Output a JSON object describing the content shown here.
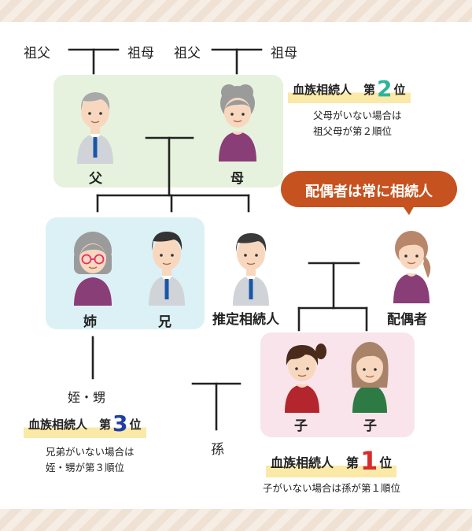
{
  "colors": {
    "num_2": "#2bb59a",
    "num_3": "#1e3fa8",
    "num_1": "#d92b2b",
    "spouse_bubble": "#c6521f",
    "grandparents_box": "#e6f2dd",
    "siblings_box": "#dcf1f6",
    "children_box": "#f8e4ea",
    "border_stripe": "#f6ede4"
  },
  "grandparents": {
    "left_grandfather": "祖父",
    "left_grandmother": "祖母",
    "right_grandfather": "祖父",
    "right_grandmother": "祖母"
  },
  "parents": {
    "father": "父",
    "mother": "母"
  },
  "rank2": {
    "prefix": "血族相続人　第",
    "number": "2",
    "suffix": "位",
    "note_line1": "父母がいない場合は",
    "note_line2": "祖父母が第２順位"
  },
  "spouse_bubble": "配偶者は常に相続人",
  "siblings": {
    "elder_sister": "姉",
    "elder_brother": "兄"
  },
  "decedent": "推定相続人",
  "spouse": "配偶者",
  "nephew_niece": "姪・甥",
  "rank3": {
    "prefix": "血族相続人　第",
    "number": "3",
    "suffix": "位",
    "note_line1": "兄弟がいない場合は",
    "note_line2": "姪・甥が第３順位"
  },
  "grandchild": "孫",
  "children": {
    "child1": "子",
    "child2": "子"
  },
  "rank1": {
    "prefix": "血族相続人　第",
    "number": "1",
    "suffix": "位",
    "note": "子がいない場合は孫が第１順位"
  }
}
